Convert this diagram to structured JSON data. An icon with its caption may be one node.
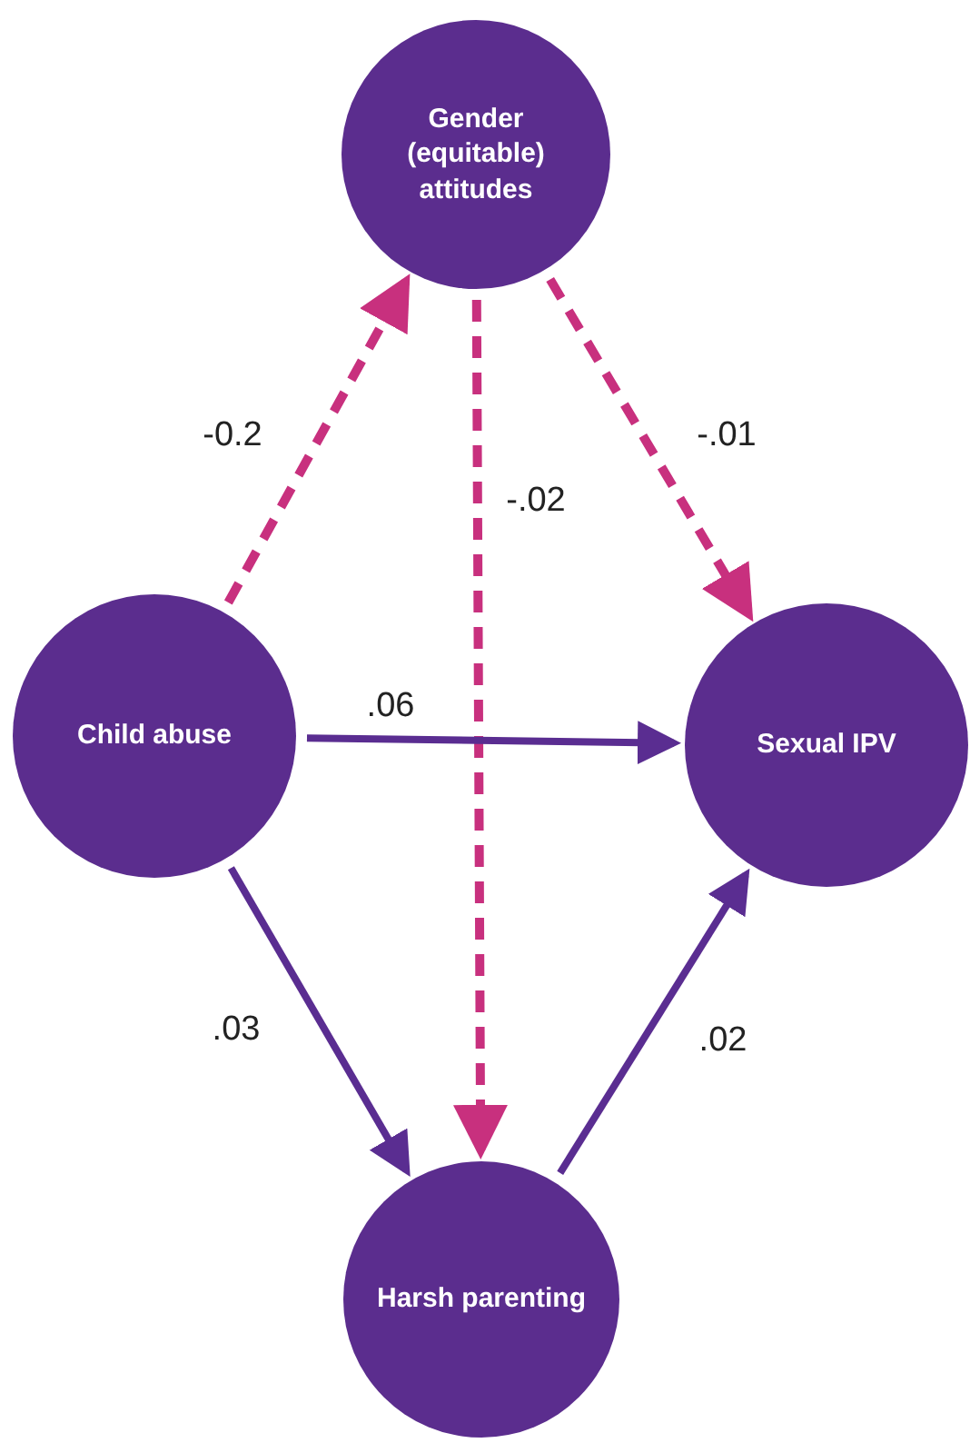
{
  "diagram": {
    "nodes": [
      {
        "text": [
          "Gender (equitable) attitudes"
        ]
      },
      {
        "text": [
          "Child abuse"
        ]
      },
      {
        "text": [
          "Sexual IPV"
        ]
      },
      {
        "text": [
          "Harsh parenting"
        ]
      }
    ],
    "edges": [
      {
        "from": 1,
        "to": 0,
        "arrow": "to",
        "label": "-0.2",
        "style": "dashed",
        "color": "#c8307e"
      },
      {
        "from": 0,
        "to": 2,
        "arrow": "to",
        "label": "-.01",
        "style": "dashed",
        "color": "#c8307e"
      },
      {
        "from": 0,
        "to": 3,
        "arrow": "to",
        "label": "-.02",
        "style": "dashed",
        "color": "#c8307e"
      },
      {
        "from": 1,
        "to": 2,
        "arrow": "to",
        "label": ".06",
        "color": "#5a2d91"
      },
      {
        "from": 1,
        "to": 3,
        "arrow": "to",
        "label": ".03",
        "color": "#5a2d91"
      },
      {
        "from": 3,
        "to": 2,
        "arrow": "to",
        "label": ".02",
        "color": "#5a2d91"
      }
    ]
  }
}
